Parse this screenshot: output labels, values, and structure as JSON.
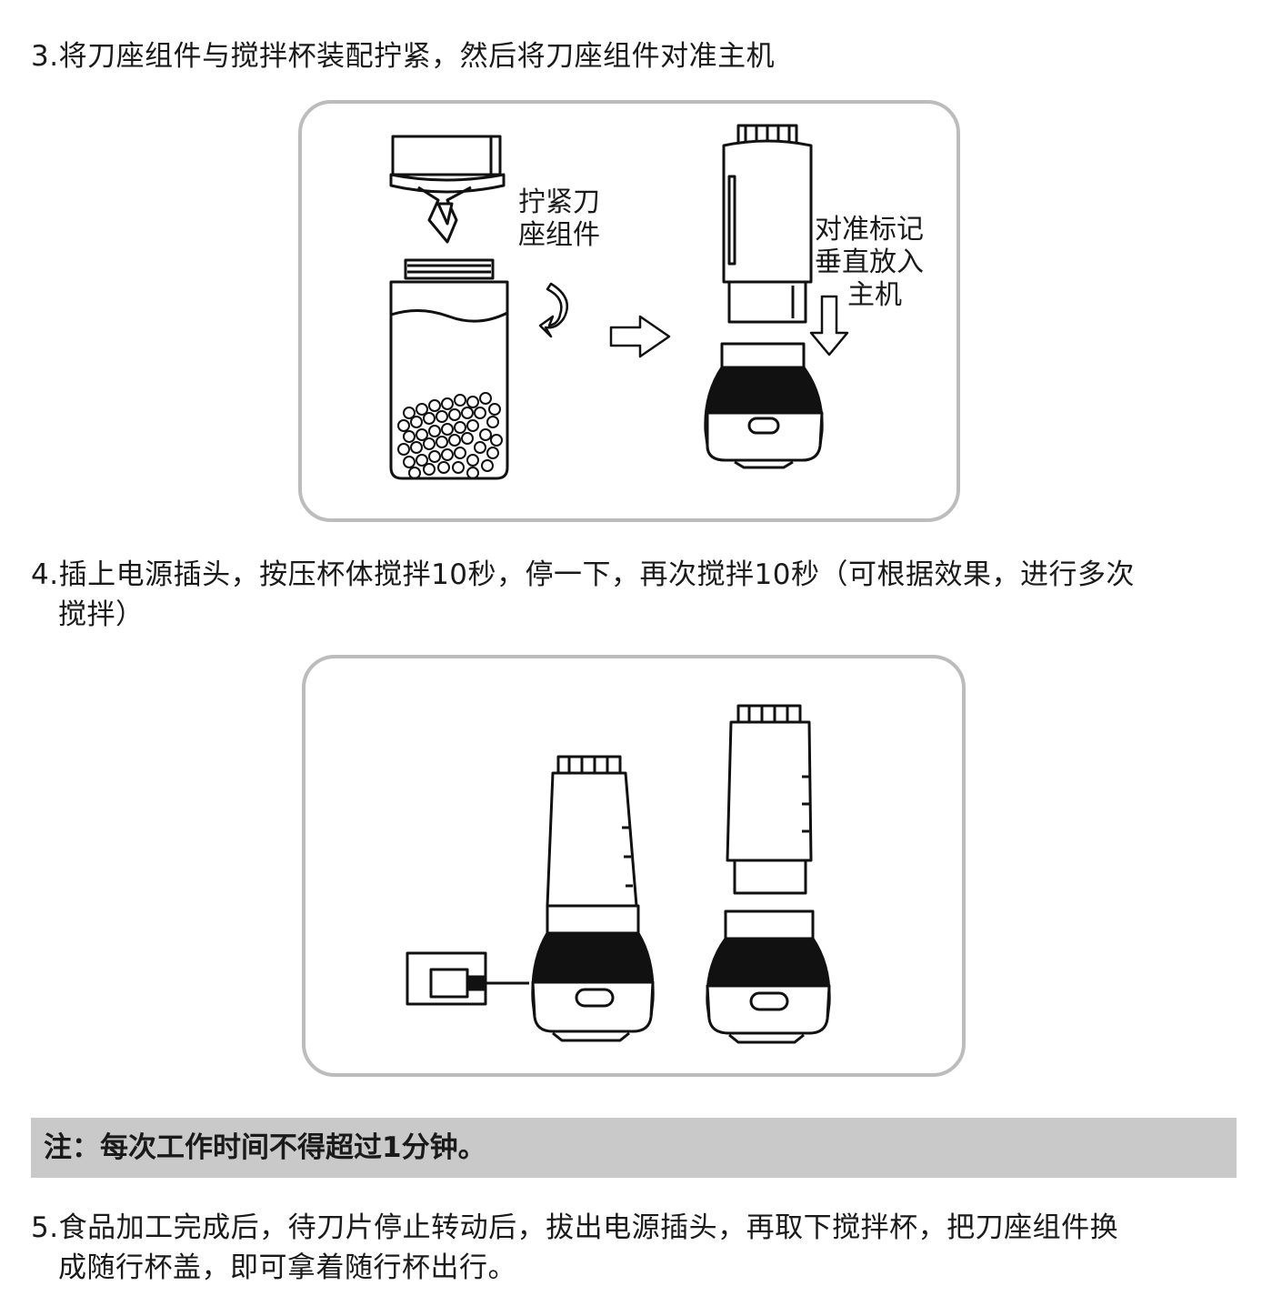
{
  "step3": {
    "text": "3.将刀座组件与搅拌杯装配拧紧，然后将刀座组件对准主机"
  },
  "figure1": {
    "label_tighten": [
      "拧紧刀",
      "座组件"
    ],
    "label_align": [
      "对准标记",
      "垂直放入",
      "主机"
    ]
  },
  "step4": {
    "line1": "4.插上电源插头，按压杯体搅拌10秒，停一下，再次搅拌10秒（可根据效果，进行多次",
    "line2": "搅拌）"
  },
  "note": {
    "text": "注：每次工作时间不得超过1分钟。"
  },
  "step5": {
    "line1": "5.食品加工完成后，待刀片停止转动后，拔出电源插头，再取下搅拌杯，把刀座组件换",
    "line2": "成随行杯盖，即可拿着随行杯出行。"
  }
}
